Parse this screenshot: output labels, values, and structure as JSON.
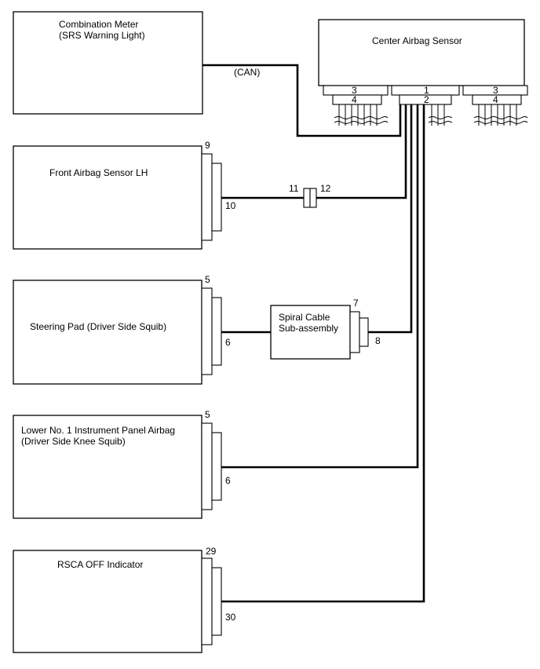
{
  "components": {
    "combination_meter": {
      "line1": "Combination Meter",
      "line2": "(SRS Warning Light)"
    },
    "center_airbag_sensor": {
      "label": "Center Airbag Sensor"
    },
    "front_airbag_sensor": {
      "label": "Front Airbag Sensor LH"
    },
    "steering_pad": {
      "label": "Steering Pad (Driver Side Squib)"
    },
    "spiral_cable": {
      "line1": "Spiral Cable",
      "line2": "Sub-assembly"
    },
    "knee_airbag": {
      "line1": "Lower No. 1 Instrument Panel Airbag",
      "line2": "(Driver Side Knee Squib)"
    },
    "rsca_indicator": {
      "label": "RSCA OFF Indicator"
    }
  },
  "wire_labels": {
    "can": "(CAN)"
  },
  "pins": {
    "sensor_left_top": "3",
    "sensor_left_bottom": "4",
    "sensor_mid_top": "1",
    "sensor_mid_bottom": "2",
    "sensor_right_top": "3",
    "sensor_right_bottom": "4",
    "front_sensor_a": "9",
    "front_sensor_b": "10",
    "junction_left": "11",
    "junction_right": "12",
    "steering_a": "5",
    "steering_b": "6",
    "spiral_a": "7",
    "spiral_b": "8",
    "knee_a": "5",
    "knee_b": "6",
    "rsca_a": "29",
    "rsca_b": "30"
  }
}
